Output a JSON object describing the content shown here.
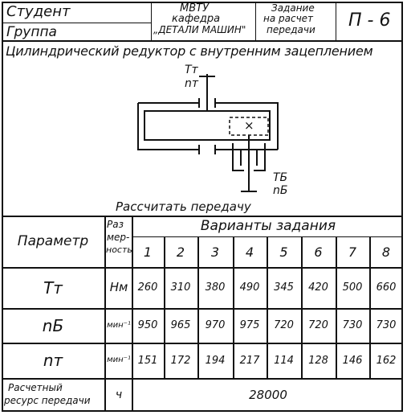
{
  "header": {
    "student_label": "Студент",
    "group_label": "Группа",
    "institute": "МВТУ",
    "department": "кафедра",
    "department_name": "„ДЕТАЛИ МАШИН\"",
    "task_line1": "Задание",
    "task_line2": "на расчет",
    "task_line3": "передачи",
    "code": "П - 6"
  },
  "scheme": {
    "title": "Цилиндрический редуктор с внутренним зацеплением",
    "input_torque": "Tт",
    "input_speed": "nт",
    "output_torque": "TБ",
    "output_speed": "nБ",
    "center_mark": "×",
    "caption": "Рассчитать передачу"
  },
  "table": {
    "param_header": "Параметр",
    "unit_header": [
      "Раз",
      "мер-",
      "ность"
    ],
    "variants_header": "Варианты задания",
    "variant_numbers": [
      "1",
      "2",
      "3",
      "4",
      "5",
      "6",
      "7",
      "8"
    ],
    "rows": [
      {
        "param": "Tт",
        "unit": "Нм",
        "values": [
          "260",
          "310",
          "380",
          "490",
          "345",
          "420",
          "500",
          "660"
        ]
      },
      {
        "param": "nБ",
        "unit": "мин⁻¹",
        "values": [
          "950",
          "965",
          "970",
          "975",
          "720",
          "720",
          "730",
          "730"
        ]
      },
      {
        "param": "nт",
        "unit": "мин⁻¹",
        "values": [
          "151",
          "172",
          "194",
          "217",
          "114",
          "128",
          "146",
          "162"
        ]
      }
    ],
    "resource_label_line1": "Расчетный",
    "resource_label_line2": "ресурс передачи",
    "resource_unit": "ч",
    "resource_value": "28000"
  }
}
